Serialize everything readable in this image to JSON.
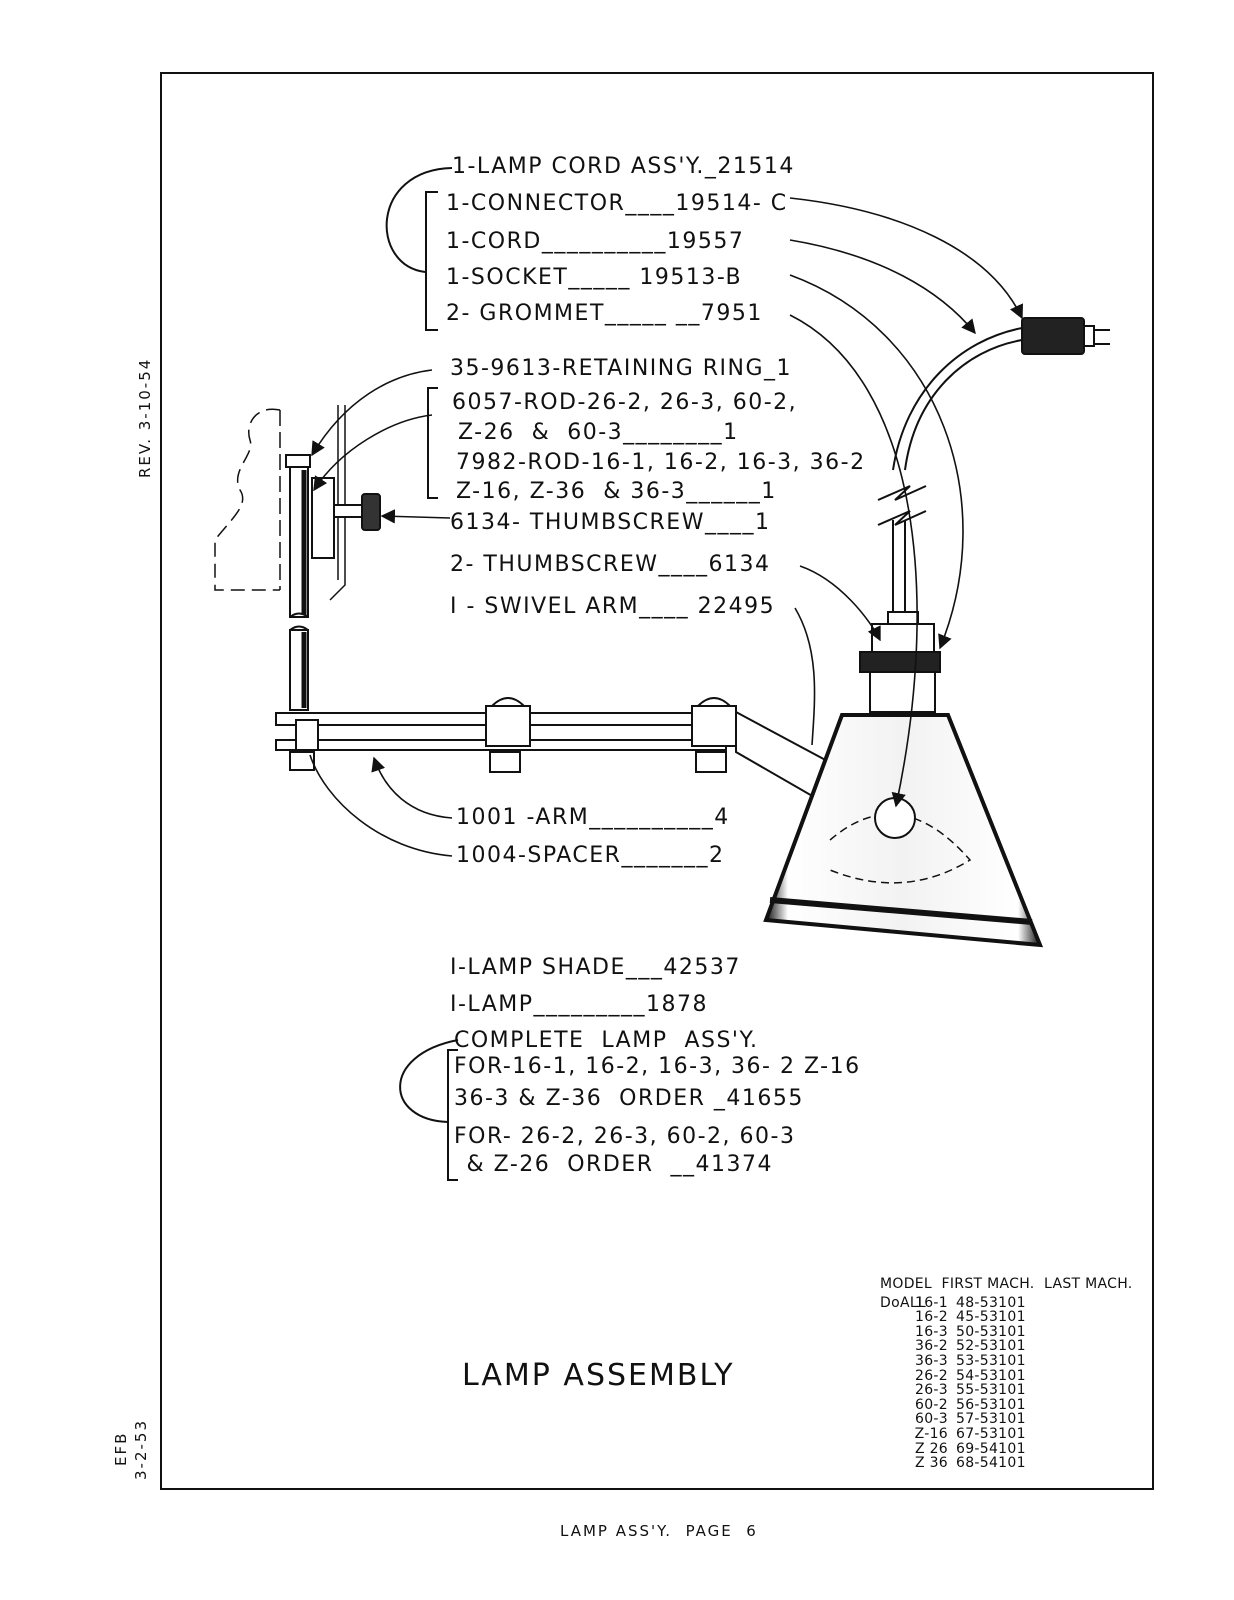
{
  "margin_notes": {
    "revision": "REV. 3-10-54",
    "author": "EFB",
    "date": "3-2-53"
  },
  "callouts": {
    "cord_assembly": "1-LAMP CORD ASS'Y._21514",
    "connector": "1-CONNECTOR____19514- C",
    "cord": "1-CORD__________19557",
    "socket": "1-SOCKET_____ 19513-B",
    "grommet": "2- GROMMET_____ __7951",
    "retaining_ring": "35-9613-RETAINING RING_1",
    "rod_6057_a": "6057-ROD-26-2, 26-3, 60-2,",
    "rod_6057_b": "Z-26  &  60-3________1",
    "rod_7982_a": "7982-ROD-16-1, 16-2, 16-3, 36-2",
    "rod_7982_b": "Z-16, Z-36  & 36-3______1",
    "thumbscrew_6134": "6134- THUMBSCREW____1",
    "thumbscrew_2": "2- THUMBSCREW____6134",
    "swivel_arm": "I - SWIVEL ARM____ 22495",
    "arm": "1001 -ARM__________4",
    "spacer": "1004-SPACER_______2",
    "lamp_shade": "I-LAMP SHADE___42537",
    "lamp": "I-LAMP_________1878",
    "complete_assy": "COMPLETE  LAMP  ASS'Y.",
    "for_16_a": "FOR-16-1, 16-2, 16-3, 36- 2 Z-16",
    "for_16_b": "36-3 & Z-36  ORDER _41655",
    "for_26_a": "FOR- 26-2, 26-3, 60-2, 60-3",
    "for_26_b": " & Z-26  ORDER  __41374"
  },
  "title": "LAMP ASSEMBLY",
  "footer": "LAMP ASS'Y.  PAGE  6",
  "model_table": {
    "header": "MODEL  FIRST MACH.  LAST MACH.",
    "brand": "DoALL",
    "rows": [
      {
        "model": "16-1",
        "first": "48-53101"
      },
      {
        "model": "16-2",
        "first": "45-53101"
      },
      {
        "model": "16-3",
        "first": "50-53101"
      },
      {
        "model": "36-2",
        "first": "52-53101"
      },
      {
        "model": "36-3",
        "first": "53-53101"
      },
      {
        "model": "26-2",
        "first": "54-53101"
      },
      {
        "model": "26-3",
        "first": "55-53101"
      },
      {
        "model": "60-2",
        "first": "56-53101"
      },
      {
        "model": "60-3",
        "first": "57-53101"
      },
      {
        "model": "Z-16",
        "first": "67-53101"
      },
      {
        "model": "Z 26",
        "first": "69-54101"
      },
      {
        "model": "Z 36",
        "first": "68-54101"
      }
    ]
  }
}
